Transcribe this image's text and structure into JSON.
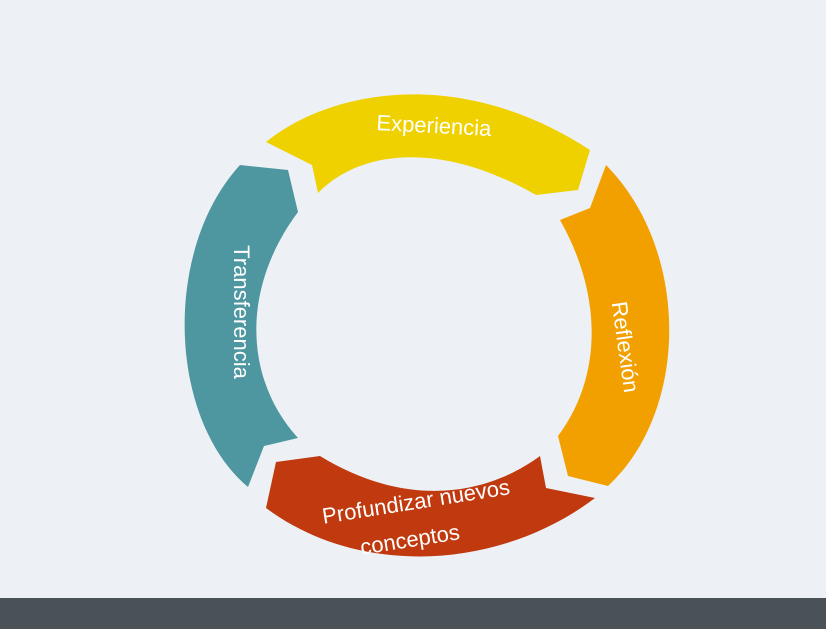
{
  "diagram": {
    "segments": [
      {
        "id": "experiencia",
        "label": "Experiencia",
        "color": "#efd100"
      },
      {
        "id": "reflexion",
        "label": "Reflexión",
        "color": "#f2a000"
      },
      {
        "id": "profundizar",
        "label_line1": "Profundizar nuevos",
        "label_line2": "conceptos",
        "color": "#c0390f"
      },
      {
        "id": "transferencia",
        "label": "Transferencia",
        "color": "#4e97a0"
      }
    ]
  }
}
